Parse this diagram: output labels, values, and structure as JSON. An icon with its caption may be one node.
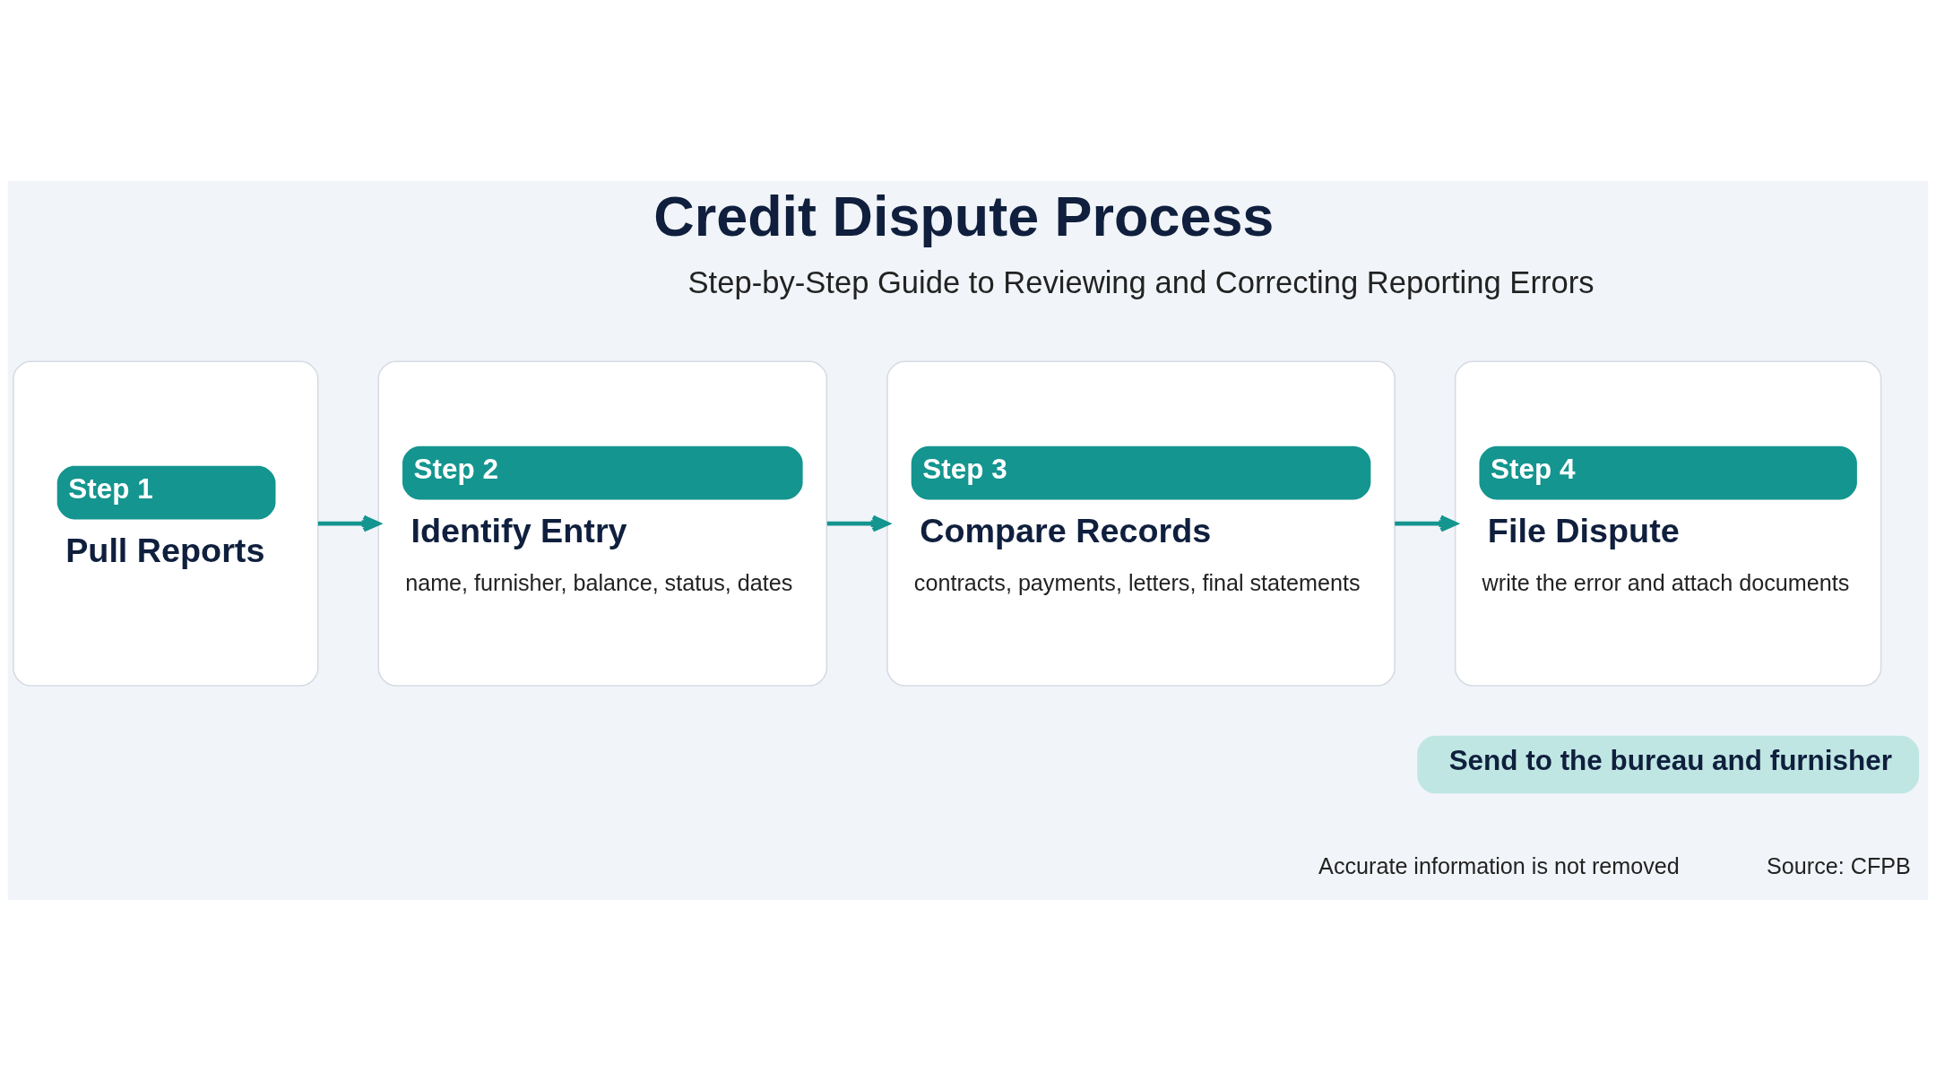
{
  "diagram": {
    "title": "Credit Dispute Process",
    "nodes": [
      {
        "text": [
          "Step 1",
          "Pull Reports"
        ]
      },
      {
        "text": [
          "Step 2",
          "Identify Entry",
          "name, furnisher, balance, status, dates"
        ]
      },
      {
        "text": [
          "Step 3",
          "Compare Records",
          "contracts, payments, letters, final statements"
        ]
      },
      {
        "text": [
          "Step 4",
          "File Dispute",
          "write the error and attach documents"
        ]
      },
      {
        "text": [
          "Send to the bureau and furnisher"
        ]
      }
    ],
    "edges": [
      {
        "from": 0,
        "to": 1,
        "arrow": "to"
      },
      {
        "from": 1,
        "to": 2,
        "arrow": "to"
      },
      {
        "from": 2,
        "to": 3,
        "arrow": "to"
      }
    ],
    "labels": [
      "Step-by-Step Guide to Reviewing and Correcting Reporting Errors",
      "Accurate information is not removed",
      "Source: CFPB"
    ]
  }
}
